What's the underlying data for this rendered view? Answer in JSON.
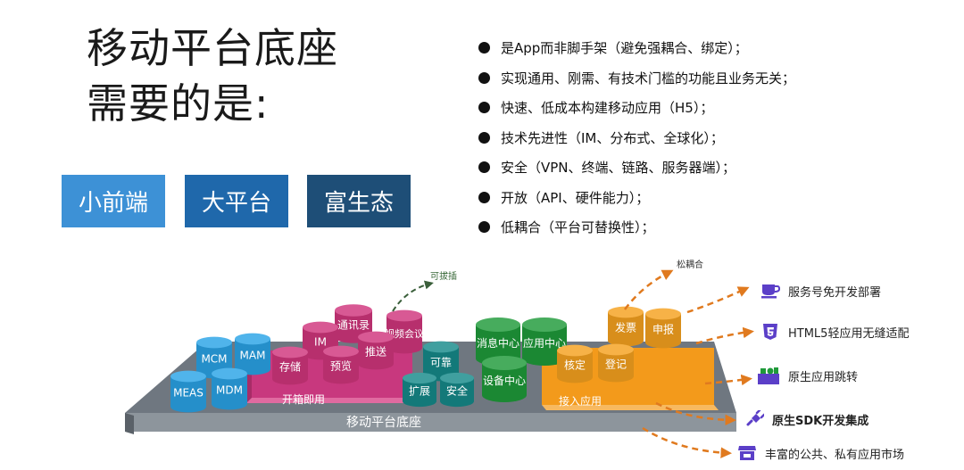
{
  "heading": {
    "line1": "移动平台底座",
    "line2": "需要的是:"
  },
  "tags": [
    {
      "label": "小前端",
      "color": "#3d91d6"
    },
    {
      "label": "大平台",
      "color": "#1f68ab"
    },
    {
      "label": "富生态",
      "color": "#1e4e77"
    }
  ],
  "bullets": [
    "是App而非脚手架（避免强耦合、绑定）；",
    "实现通用、刚需、有技术门槛的功能且业务无关；",
    "快速、低成本构建移动应用（H5）；",
    "技术先进性（IM、分布式、全球化）；",
    "安全（VPN、终端、链路、服务器端）；",
    "开放（API、硬件能力）；",
    "低耦合（平台可替换性）；"
  ],
  "diagram": {
    "base_label": "移动平台底座",
    "blue": {
      "color": "#2aa3e6",
      "items": [
        "MCM",
        "MAM",
        "MEAS",
        "MDM"
      ]
    },
    "pink": {
      "color": "#d0357c",
      "label": "开箱即用",
      "items": [
        "通讯录",
        "视频会议",
        "IM",
        "推送",
        "存储",
        "预览"
      ],
      "annotation": "可拔插"
    },
    "teal": {
      "color": "#168a8a",
      "items": [
        "可靠",
        "扩展",
        "安全"
      ]
    },
    "green": {
      "color": "#1f9a3a",
      "items": [
        "消息中心",
        "应用中心",
        "设备中心"
      ]
    },
    "orange": {
      "color": "#f5a11f",
      "label": "接入应用",
      "items": [
        "发票",
        "申报",
        "核定",
        "登记"
      ],
      "annotation": "松耦合"
    }
  },
  "outputs": [
    {
      "label": "服务号免开发部署",
      "icon": "cup-icon",
      "color": "#5b3fc8"
    },
    {
      "label": "HTML5轻应用无缝适配",
      "icon": "html5-icon",
      "color": "#5b3fc8"
    },
    {
      "label": "原生应用跳转",
      "icon": "app-store-icon",
      "color": "#5b3fc8"
    },
    {
      "label": "原生SDK开发集成",
      "icon": "plug-icon",
      "color": "#5b3fc8"
    },
    {
      "label": "丰富的公共、私有应用市场",
      "icon": "store-icon",
      "color": "#5b3fc8"
    }
  ],
  "arrow_color": "#e07a1f"
}
